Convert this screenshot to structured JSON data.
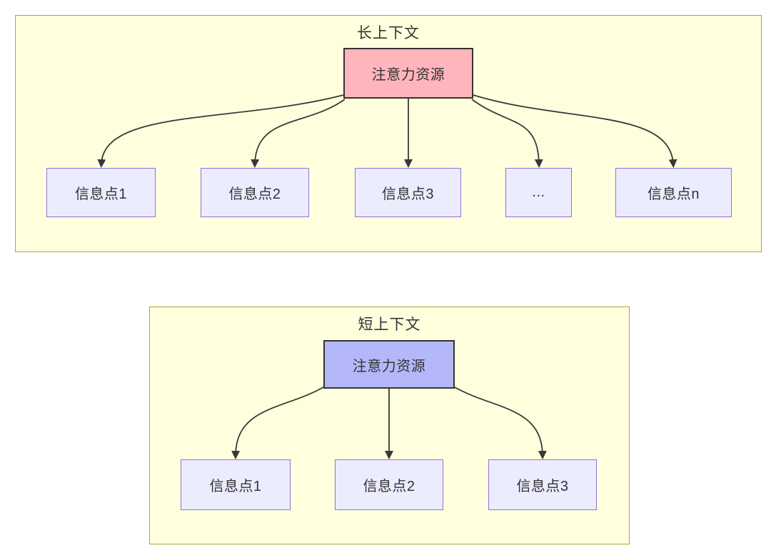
{
  "diagram_type": "flowchart-comparison",
  "long_context": {
    "title": "长上下文",
    "hub_label": "注意力资源",
    "nodes": [
      "信息点1",
      "信息点2",
      "信息点3",
      "...",
      "信息点n"
    ]
  },
  "short_context": {
    "title": "短上下文",
    "hub_label": "注意力资源",
    "nodes": [
      "信息点1",
      "信息点2",
      "信息点3"
    ]
  },
  "colors": {
    "cluster_fill": "#ffffde",
    "cluster_border": "#aaaa33",
    "node_fill": "#ececff",
    "node_border": "#9370db",
    "long_hub_fill": "#ffb5bb",
    "short_hub_fill": "#b4b8f8",
    "hub_border": "#333333",
    "arrow_color": "#383838",
    "text_color": "#333333"
  }
}
